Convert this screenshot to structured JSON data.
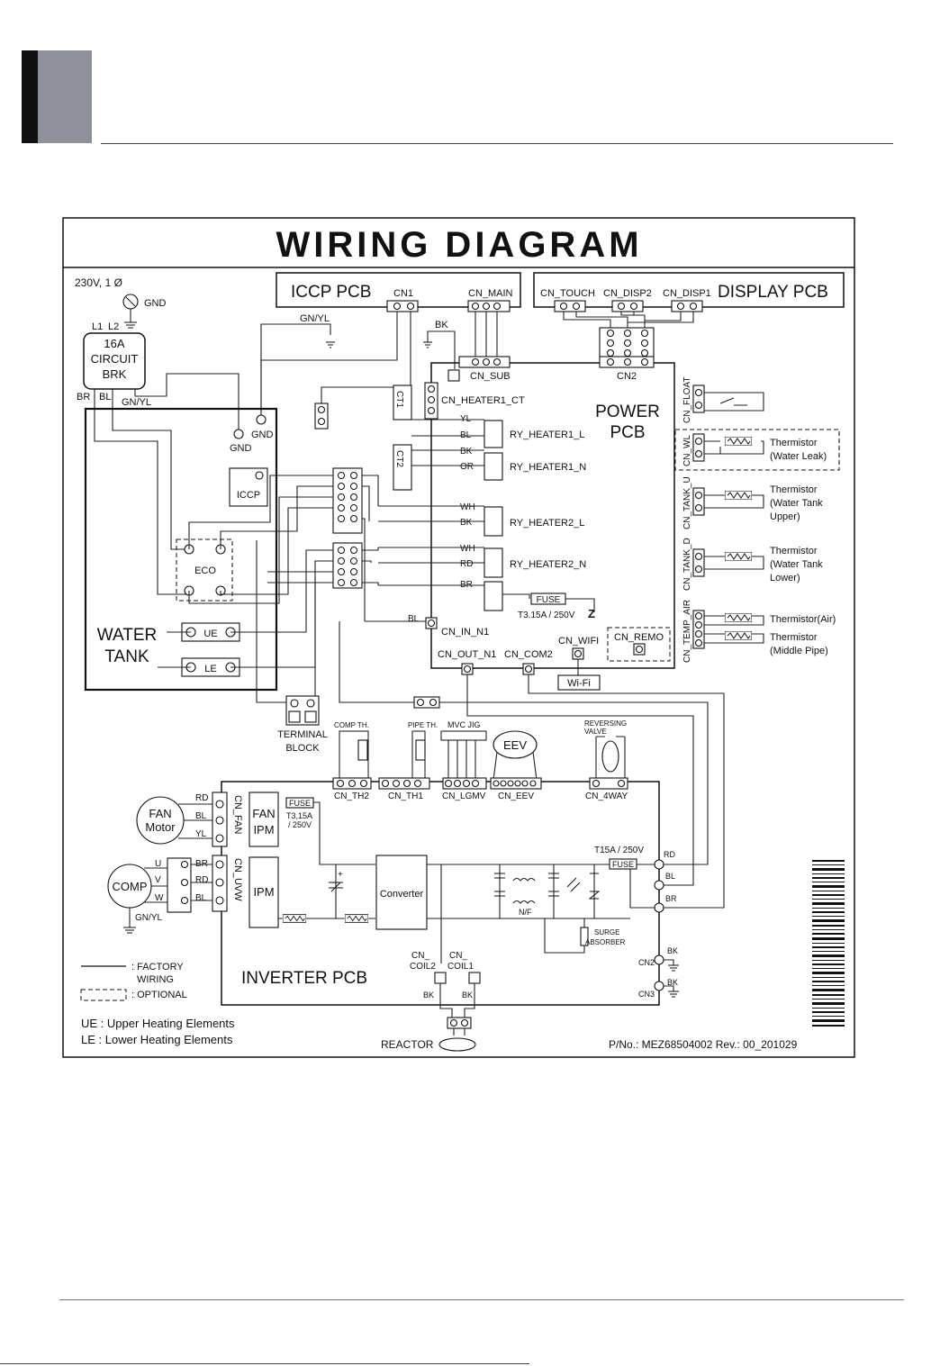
{
  "title": "WIRING DIAGRAM",
  "supply": {
    "voltage": "230V, 1 Ø",
    "gnd": "GND",
    "l1": "L1",
    "l2": "L2",
    "br": "BR",
    "bl": "BL",
    "gnyl": "GN/YL",
    "gnyl_top": "GN/YL",
    "bk_top": "BK"
  },
  "breaker": {
    "line1": "16A",
    "line2": "CIRCUIT",
    "line3": "BRK"
  },
  "gnd_labels": {
    "g1": "GND",
    "g2": "GND"
  },
  "iccp_pcb": {
    "title": "ICCP PCB",
    "cn1": "CN1",
    "cn_main": "CN_MAIN"
  },
  "display_pcb": {
    "title": "DISPLAY PCB",
    "cn_touch": "CN_TOUCH",
    "cn_disp2": "CN_DISP2",
    "cn_disp1": "CN_DISP1"
  },
  "power_pcb": {
    "title1": "POWER",
    "title2": "PCB",
    "cn_sub": "CN_SUB",
    "cn2": "CN2",
    "cn_heater1_ct": "CN_HEATER1_CT",
    "ct1": "CT1",
    "ct2": "CT2",
    "ry_heater1_l": "RY_HEATER1_L",
    "ry_heater1_n": "RY_HEATER1_N",
    "ry_heater2_l": "RY_HEATER2_L",
    "ry_heater2_n": "RY_HEATER2_N",
    "fuse": "FUSE",
    "fuse_rating": "T3.15A / 250V",
    "cn_in_n1": "CN_IN_N1",
    "cn_out_n1": "CN_OUT_N1",
    "cn_com2": "CN_COM2",
    "cn_wifi": "CN_WIFI",
    "cn_remo": "CN_REMO",
    "wifi": "Wi-Fi",
    "cn_float": "CN_FLOAT",
    "cn_wl": "CN_WL",
    "cn_tank_u": "CN_TANK_U",
    "cn_tank_d": "CN_TANK_D",
    "cn_temp_air": "CN_TEMP_AIR",
    "wire_yl": "YL",
    "wire_bl": "BL",
    "wire_bk": "BK",
    "wire_or": "OR",
    "wire_wh": "WH",
    "wire_bk2": "BK",
    "wire_wh2": "WH",
    "wire_rd": "RD",
    "wire_br": "BR",
    "wire_bl2": "BL"
  },
  "thermistors": {
    "wl": [
      "Thermistor",
      "(Water Leak)"
    ],
    "tank_u": [
      "Thermistor",
      "(Water Tank",
      " Upper)"
    ],
    "tank_d": [
      "Thermistor",
      "(Water Tank",
      " Lower)"
    ],
    "air": [
      "Thermistor(Air)"
    ],
    "pipe": [
      "Thermistor",
      "(Middle Pipe)"
    ]
  },
  "water_tank": {
    "line1": "WATER",
    "line2": "TANK",
    "iccp": "ICCP",
    "eco": "ECO",
    "ue": "UE",
    "le": "LE"
  },
  "terminal_block": {
    "line1": "TERMINAL",
    "line2": "BLOCK"
  },
  "inverter_pcb": {
    "title": "INVERTER PCB",
    "comp_th": "COMP TH.",
    "pipe_th": "PIPE TH.",
    "mvc_jig": "MVC JIG",
    "eev": "EEV",
    "reversing": "REVERSING",
    "valve": "VALVE",
    "cn_th2": "CN_TH2",
    "cn_th1": "CN_TH1",
    "cn_lgmv": "CN_LGMV",
    "cn_eev": "CN_EEV",
    "cn_4way": "CN_4WAY",
    "fan_motor1": "FAN",
    "fan_motor2": "Motor",
    "comp": "COMP",
    "comp_gnyl": "GN/YL",
    "fan_rd": "RD",
    "fan_bl": "BL",
    "fan_yl": "YL",
    "comp_u": "U",
    "comp_v": "V",
    "comp_w": "W",
    "uvw_br": "BR",
    "uvw_rd": "RD",
    "uvw_bl": "BL",
    "cn_fan": "CN_FAN",
    "cn_uvw": "CN_UVW",
    "fan_ipm1": "FAN",
    "fan_ipm2": "IPM",
    "ipm": "IPM",
    "fuse": "FUSE",
    "fuse_r1": "T3,15A",
    "fuse_r2": "/ 250V",
    "converter": "Converter",
    "t15a": "T15A / 250V",
    "fuse2": "FUSE",
    "nf": "N/F",
    "surge1": "SURGE",
    "surge2": "ABSORBER",
    "out_rd": "RD",
    "out_bl": "BL",
    "out_br": "BR",
    "cn2": "CN2",
    "cn3": "CN3",
    "bk1": "BK",
    "bk2": "BK",
    "cn_coil2a": "CN_",
    "cn_coil2b": "COIL2",
    "cn_coil1a": "CN_",
    "cn_coil1b": "COIL1",
    "coil_bk1": "BK",
    "coil_bk2": "BK",
    "reactor": "REACTOR"
  },
  "legend": {
    "factory1": ": FACTORY",
    "factory2": "WIRING",
    "optional": ": OPTIONAL",
    "ue": "UE : Upper Heating Elements",
    "le": "LE : Lower Heating Elements"
  },
  "part_no": "P/No.: MEZ68504002  Rev.: 00_201029"
}
